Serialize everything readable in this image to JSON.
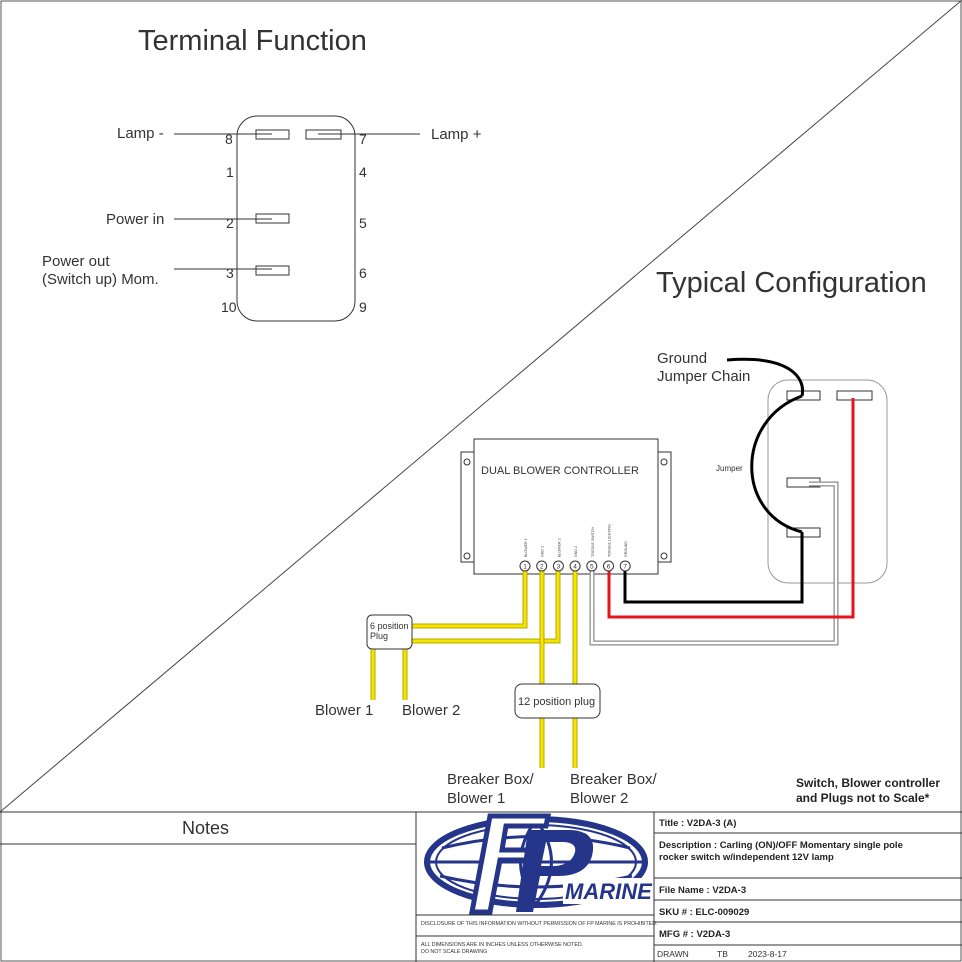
{
  "terminal_function": {
    "title": "Terminal Function",
    "labels": {
      "lamp_minus": "Lamp -",
      "lamp_plus": "Lamp +",
      "power_in": "Power in",
      "power_out_1": "Power out",
      "power_out_2": "(Switch up) Mom."
    },
    "pins": {
      "p8": "8",
      "p7": "7",
      "p1": "1",
      "p4": "4",
      "p2": "2",
      "p5": "5",
      "p3": "3",
      "p6": "6",
      "p10": "10",
      "p9": "9"
    }
  },
  "typical_configuration": {
    "title": "Typical Configuration",
    "ground_1": "Ground",
    "ground_2": "Jumper Chain",
    "jumper": "Jumper",
    "controller_label": "DUAL BLOWER CONTROLLER",
    "terminals": [
      "1",
      "2",
      "3",
      "4",
      "5",
      "6",
      "7"
    ],
    "terminal_labels": [
      "BLOWER 1",
      "GND 1",
      "BLOWER 2",
      "GND 2",
      "TOGGLE SWITCH",
      "TOGGLE LIGHTING",
      "GROUND"
    ],
    "plug6_1": "6 position",
    "plug6_2": "Plug",
    "plug12": "12 position plug",
    "blower1": "Blower 1",
    "blower2": "Blower 2",
    "breaker1_1": "Breaker Box/",
    "breaker1_2": "Blower 1",
    "breaker2_1": "Breaker Box/",
    "breaker2_2": "Blower 2",
    "scale_note_1": "Switch, Blower controller",
    "scale_note_2": "and Plugs not to Scale*"
  },
  "colors": {
    "yellow_wire": "#f5e400",
    "red_wire": "#e8141c",
    "black_wire": "#000000",
    "logo_blue": "#24358a"
  },
  "title_block": {
    "notes": "Notes",
    "logo_text": "MARINE",
    "disclosure": "DISCLOSURE OF THIS INFORMATION WITHOUT PERMISSION OF FP MARINE IS PROHIBITED.",
    "dimensions_1": "ALL DIMENSIONS ARE IN INCHES UNLESS OTHERWISE NOTED.",
    "dimensions_2": "DO NOT SCALE DRAWING",
    "title": "Title : V2DA-3 (A)",
    "description_1": "Description : Carling (ON)/OFF Momentary single pole",
    "description_2": "rocker switch w/independent 12V lamp",
    "file_name": "File Name : V2DA-3",
    "sku": "SKU # : ELC-009029",
    "mfg": "MFG # : V2DA-3",
    "drawn_label": "DRAWN",
    "drawn_by": "TB",
    "date": "2023-8-17"
  }
}
